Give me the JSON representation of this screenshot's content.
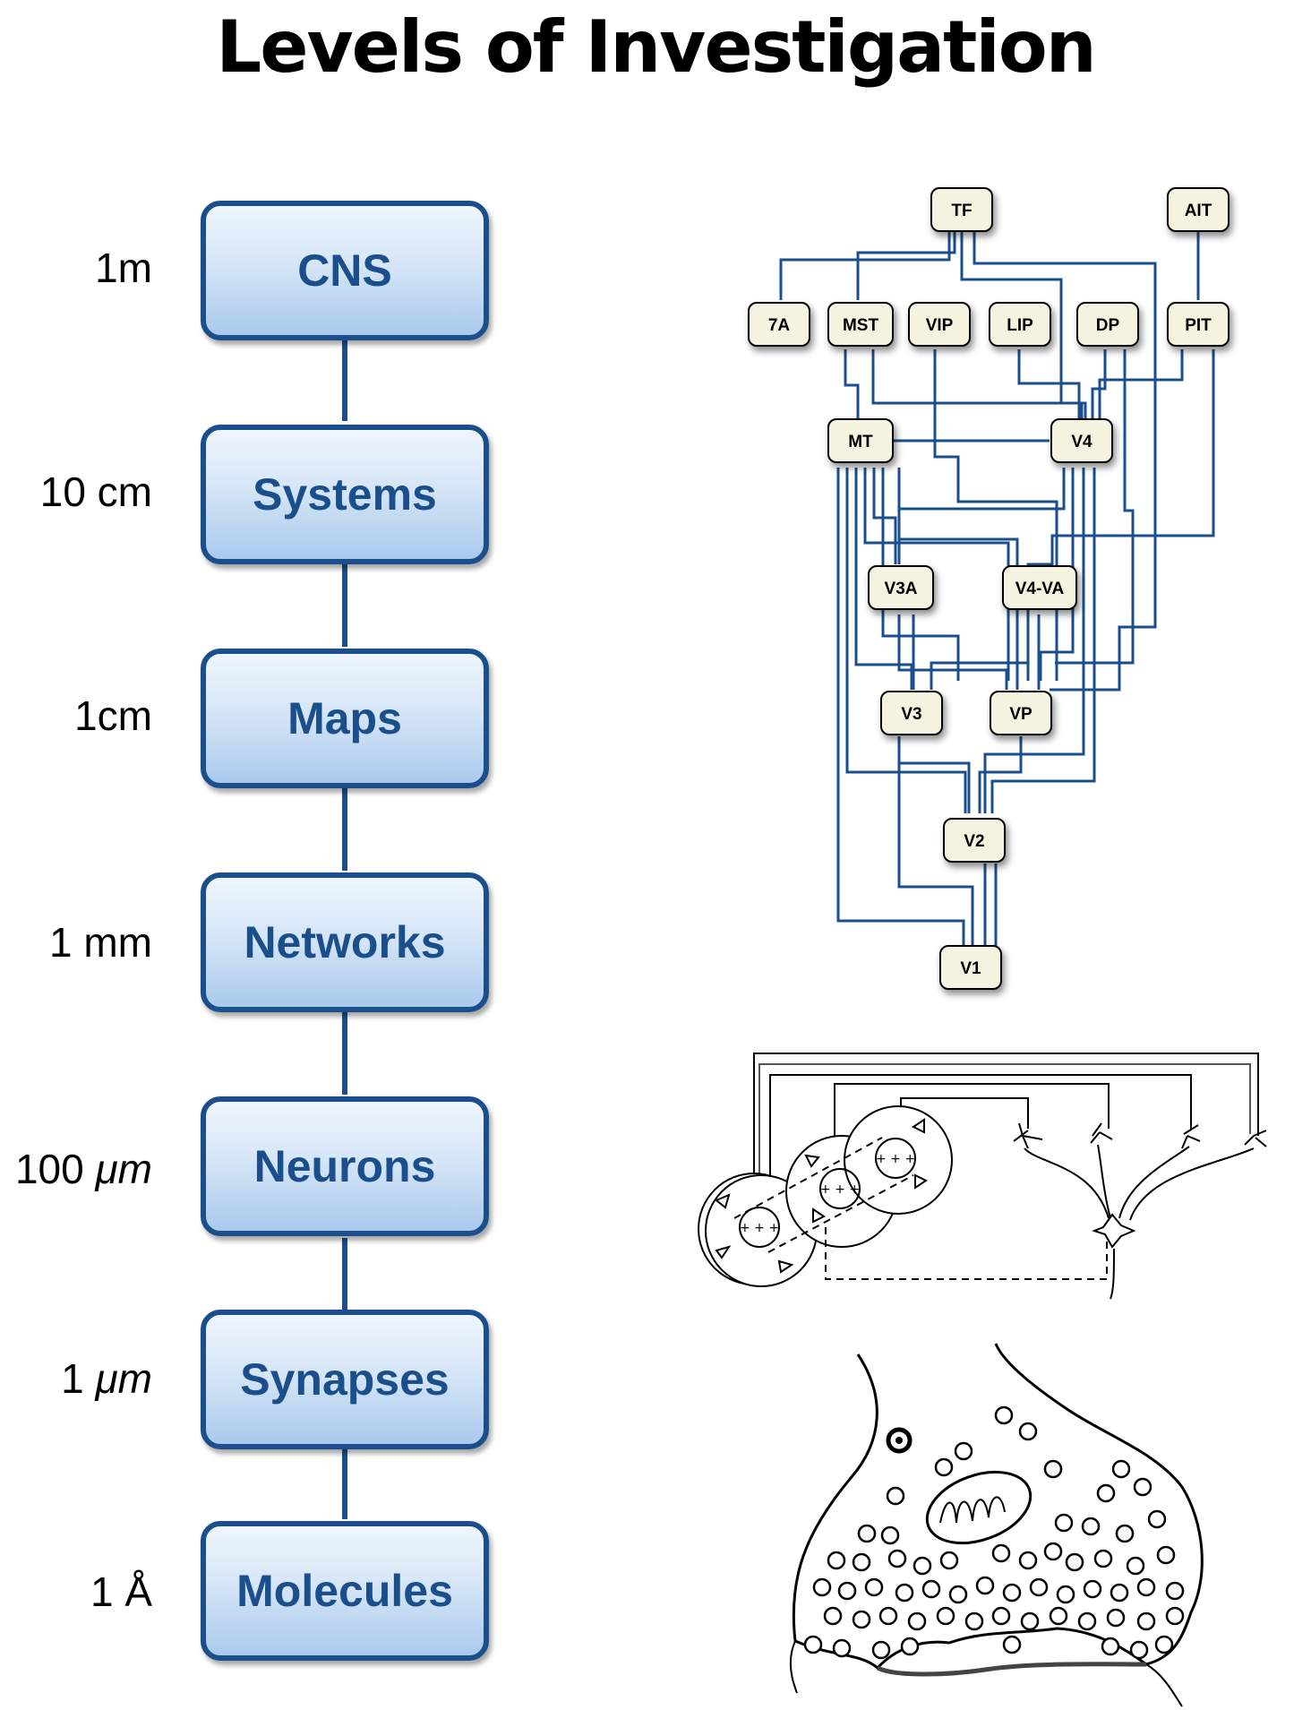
{
  "title": "Levels of Investigation",
  "levels": [
    {
      "scale": "1m",
      "label": "CNS"
    },
    {
      "scale": "10 cm",
      "label": "Systems"
    },
    {
      "scale": "1cm",
      "label": "Maps"
    },
    {
      "scale": "1 mm",
      "label": "Networks"
    },
    {
      "scale_num": "100 ",
      "scale_unit": "μm",
      "label": "Neurons"
    },
    {
      "scale_num": "1 ",
      "scale_unit": "μm",
      "label": "Synapses"
    },
    {
      "scale": "1 Å",
      "label": "Molecules"
    }
  ],
  "visual_hierarchy": {
    "nodes": [
      "TF",
      "AIT",
      "7A",
      "MST",
      "VIP",
      "LIP",
      "DP",
      "PIT",
      "MT",
      "V4",
      "V3A",
      "V4-VA",
      "V3",
      "VP",
      "V2",
      "V1"
    ]
  },
  "colors": {
    "accent": "#1b4f8c",
    "box_top": "#eef5fc",
    "box_bottom": "#a9c9ec",
    "node_fill": "#f3f3df"
  }
}
